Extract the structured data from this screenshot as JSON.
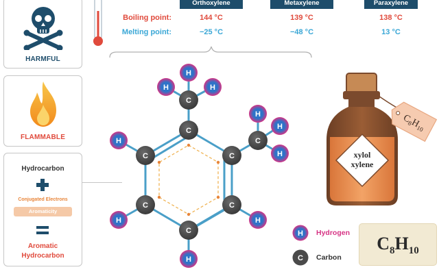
{
  "hazards": {
    "harmful_label": "HARMFUL",
    "flammable_label": "FLAMMABLE"
  },
  "table": {
    "columns": [
      "Orthoxylene",
      "Metaxylene",
      "Paraxylene"
    ],
    "rows": [
      {
        "label": "Boiling point:",
        "values": [
          "144 °C",
          "139 °C",
          "138 °C"
        ]
      },
      {
        "label": "Melting point:",
        "values": [
          "−25 °C",
          "−48 °C",
          "13 °C"
        ]
      }
    ]
  },
  "aromatic": {
    "hydrocarbon": "Hydrocarbon",
    "plus": "+",
    "conjugated": "Conjugated Electrons",
    "aromaticity": "Aromaticity",
    "equals": "=",
    "result_line1": "Aromatic",
    "result_line2": "Hydrocarbon"
  },
  "molecule": {
    "carbon_symbol": "C",
    "hydrogen_symbol": "H"
  },
  "bottle": {
    "label_line1": "xylol",
    "label_line2": "xylene",
    "tag_C": "C",
    "tag_C_sub": "8",
    "tag_H": "H",
    "tag_H_sub": "10"
  },
  "legend": {
    "hydrogen_symbol": "H",
    "hydrogen_label": "Hydrogen",
    "carbon_symbol": "C",
    "carbon_label": "Carbon"
  },
  "formula_box": {
    "C": "C",
    "C_sub": "8",
    "H": "H",
    "H_sub": "10"
  },
  "colors": {
    "navy": "#1e4d6b",
    "red_accent": "#e04a3c",
    "blue_accent": "#3aa7d6",
    "carbon": "#4a4a4a",
    "hydrogen_magenta": "#d63384",
    "hydrogen_blue": "#2e73c8",
    "bond": "#4a9fc8",
    "bottle_brown": "#7b4a2d"
  }
}
